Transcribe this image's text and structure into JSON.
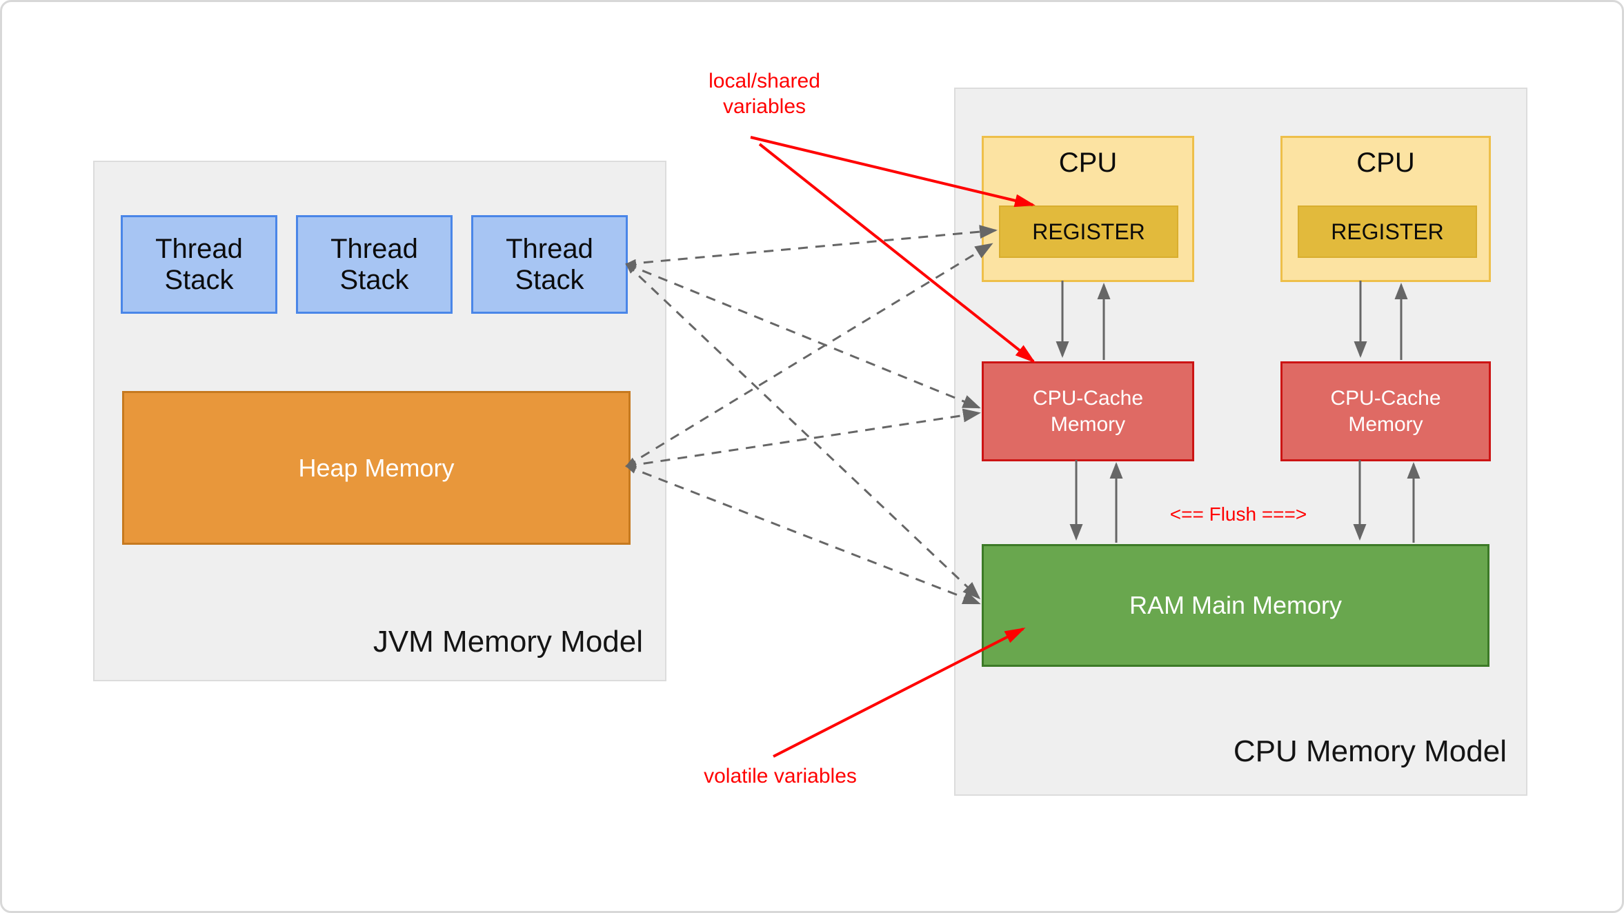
{
  "colors": {
    "panel-bg": "#efefef",
    "panel-border": "#dcdcdc",
    "stack-fill": "#a7c5f3",
    "stack-border": "#4a86e8",
    "heap-fill": "#e8973b",
    "heap-border": "#c6791f",
    "cpu-fill": "#fce3a2",
    "cpu-border": "#eebf4a",
    "register-fill": "#e2ba3c",
    "register-border": "#d9ae2e",
    "cache-fill": "#df6a64",
    "cache-border": "#cc1414",
    "ram-fill": "#69a74e",
    "ram-border": "#3c7a27",
    "arrow-gray": "#666666",
    "annotation-red": "#ff0000"
  },
  "jvm": {
    "title": "JVM Memory Model",
    "thread_stacks": [
      {
        "label": "Thread\nStack"
      },
      {
        "label": "Thread\nStack"
      },
      {
        "label": "Thread\nStack"
      }
    ],
    "heap_label": "Heap Memory"
  },
  "cpu": {
    "title": "CPU Memory Model",
    "cpus": [
      {
        "label": "CPU",
        "register_label": "REGISTER"
      },
      {
        "label": "CPU",
        "register_label": "REGISTER"
      }
    ],
    "caches": [
      {
        "label": "CPU-Cache\nMemory"
      },
      {
        "label": "CPU-Cache\nMemory"
      }
    ],
    "ram_label": "RAM Main Memory",
    "flush_label": "<== Flush ===>"
  },
  "annotations": {
    "local_shared": "local/shared\nvariables",
    "volatile": "volatile variables"
  }
}
